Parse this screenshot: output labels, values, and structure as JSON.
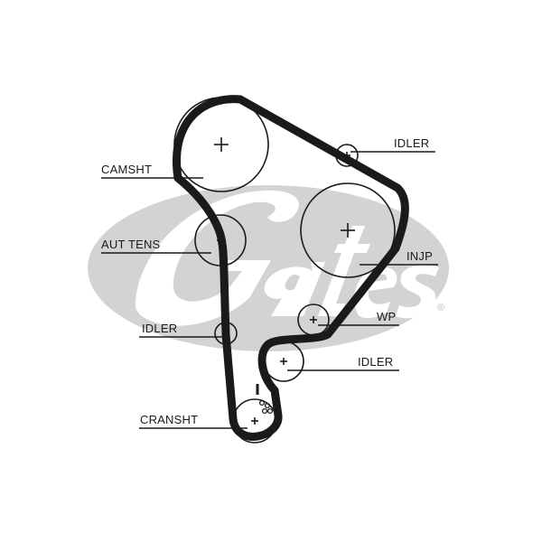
{
  "diagram": {
    "brand_color": "#d3d3d3",
    "belt_color": "#1a1a1a",
    "registered_mark": "®",
    "labels": {
      "camsht": "CAMSHT",
      "aut_tens": "AUT TENS",
      "idler_left": "IDLER",
      "cransht": "CRANSHT",
      "idler_top": "IDLER",
      "injp": "INJP",
      "wp": "WP",
      "idler_bottom": "IDLER"
    }
  }
}
